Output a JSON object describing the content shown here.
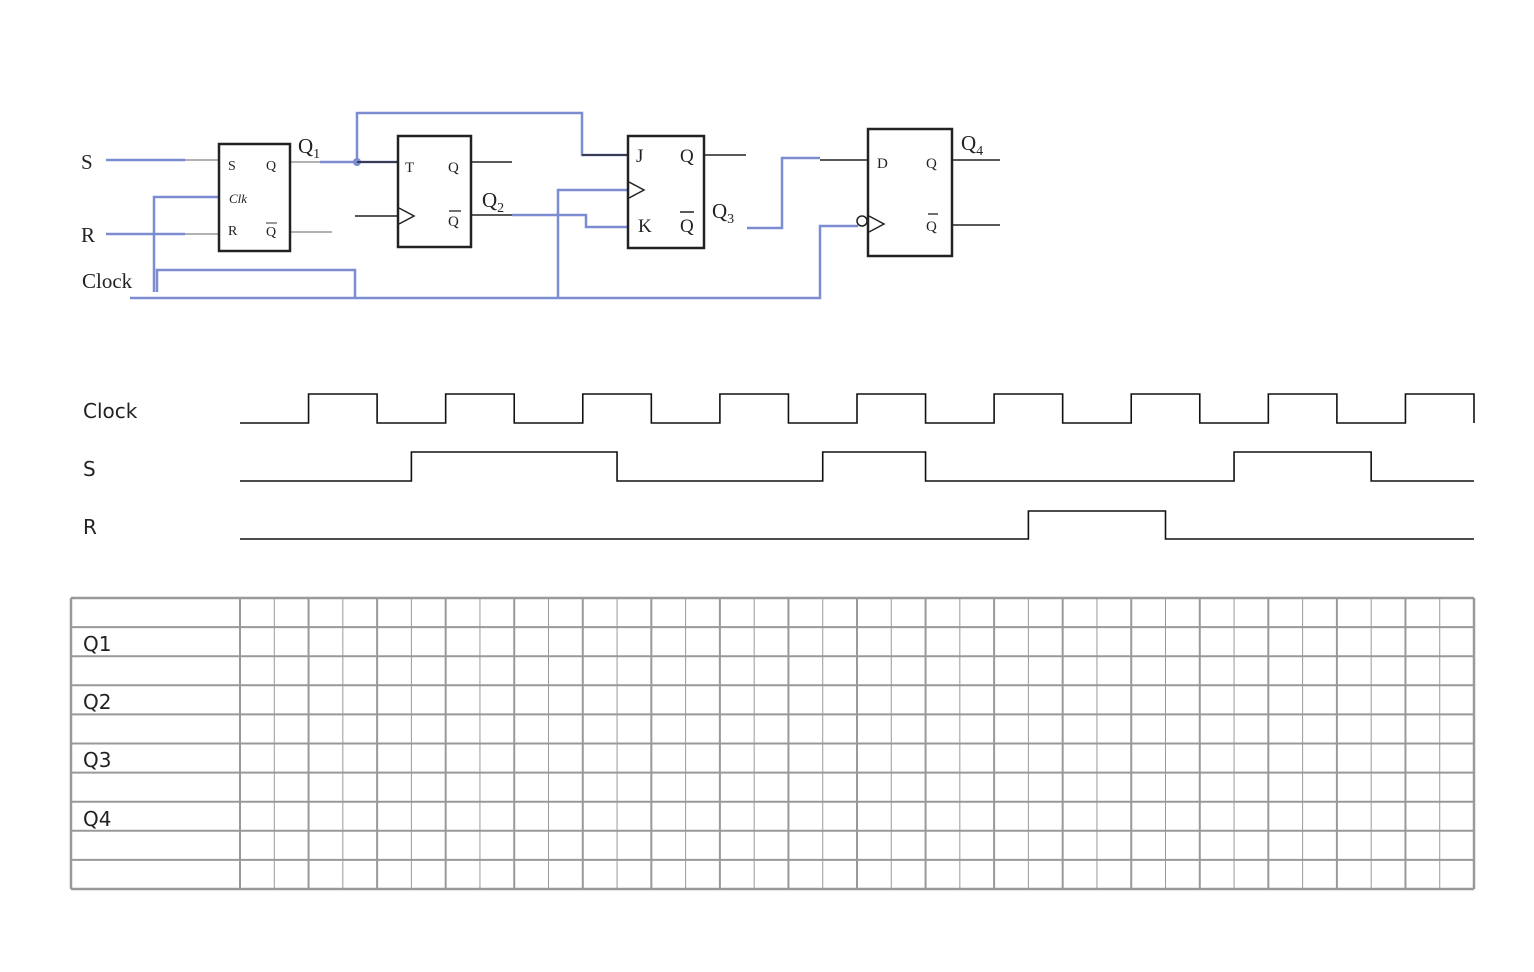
{
  "circuit": {
    "inputs": {
      "s": "S",
      "r": "R",
      "clock": "Clock"
    },
    "sr_ff": {
      "s": "S",
      "q": "Q",
      "clk": "Clk",
      "r": "R",
      "qbar": "Q"
    },
    "t_ff": {
      "t": "T",
      "q": "Q",
      "qbar": "Q"
    },
    "jk_ff": {
      "j": "J",
      "q": "Q",
      "k": "K",
      "qbar": "Q"
    },
    "d_ff": {
      "d": "D",
      "q": "Q",
      "qbar": "Q"
    },
    "outputs": {
      "q1": {
        "base": "Q",
        "sub": "1"
      },
      "q2": {
        "base": "Q",
        "sub": "2"
      },
      "q3": {
        "base": "Q",
        "sub": "3"
      },
      "q4": {
        "base": "Q",
        "sub": "4"
      }
    },
    "wire_color": "#7b8cd0"
  },
  "timing": {
    "half_periods": 36,
    "signals": [
      {
        "label": "Clock",
        "levels": [
          0,
          0,
          1,
          1,
          0,
          0,
          1,
          1,
          0,
          0,
          1,
          1,
          0,
          0,
          1,
          1,
          0,
          0,
          1,
          1,
          0,
          0,
          1,
          1,
          0,
          0,
          1,
          1,
          0,
          0,
          1,
          1,
          0,
          0,
          1,
          1
        ]
      },
      {
        "label": "S",
        "level_changes": [
          [
            0,
            0
          ],
          [
            5,
            1
          ],
          [
            11,
            0
          ],
          [
            17,
            1
          ],
          [
            20,
            0
          ],
          [
            29,
            1
          ],
          [
            33,
            0
          ]
        ]
      },
      {
        "label": "R",
        "level_changes": [
          [
            0,
            0
          ],
          [
            23,
            1
          ],
          [
            27,
            0
          ]
        ]
      }
    ]
  },
  "grid": {
    "rows": [
      "",
      "Q1",
      "",
      "Q2",
      "",
      "Q3",
      "",
      "Q4",
      "",
      ""
    ],
    "columns": 36,
    "line_color": "#999999"
  }
}
